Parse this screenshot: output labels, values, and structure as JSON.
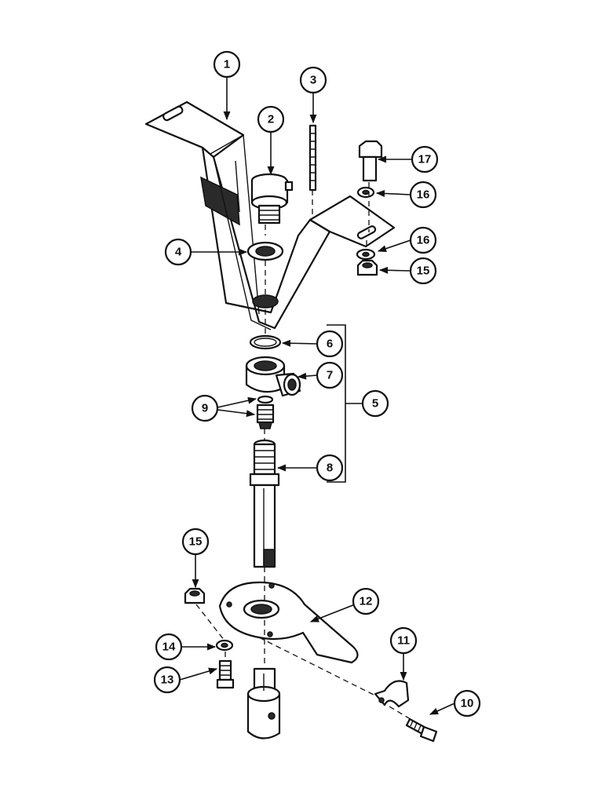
{
  "callouts": {
    "c1": "1",
    "c2": "2",
    "c3": "3",
    "c4": "4",
    "c5": "5",
    "c6": "6",
    "c7": "7",
    "c8": "8",
    "c9": "9",
    "c10": "10",
    "c11": "11",
    "c12": "12",
    "c13": "13",
    "c14": "14",
    "c15a": "15",
    "c15b": "15",
    "c16a": "16",
    "c16b": "16",
    "c17": "17"
  },
  "style": {
    "ink": "#111111",
    "paper": "#ffffff"
  }
}
